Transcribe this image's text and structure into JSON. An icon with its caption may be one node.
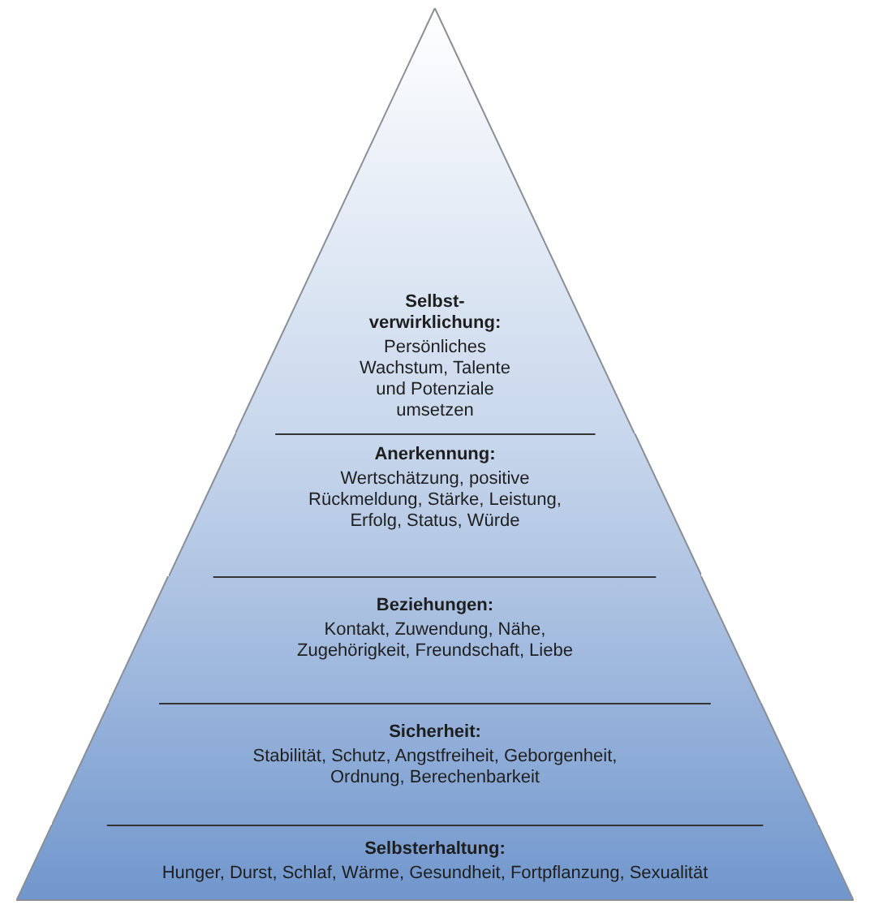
{
  "diagram": {
    "nodes": [
      {
        "text": [
          "Selbst-verwirklichung:",
          "Persönliches Wachstum, Talente und Potenziale umsetzen"
        ]
      },
      {
        "text": [
          "Anerkennung:",
          "Wertschätzung, positive Rückmeldung, Stärke, Leistung, Erfolg, Status, Würde"
        ]
      },
      {
        "text": [
          "Beziehungen:",
          "Kontakt, Zuwendung, Nähe, Zugehörigkeit, Freundschaft, Liebe"
        ]
      },
      {
        "text": [
          "Sicherheit:",
          "Stabilität, Schutz, Angstfreiheit, Geborgenheit, Ordnung, Berechenbarkeit"
        ]
      },
      {
        "text": [
          "Selbsterhaltung:",
          "Hunger, Durst, Schlaf, Wärme, Gesundheit, Fortpflanzung, Sexualität"
        ]
      }
    ]
  }
}
